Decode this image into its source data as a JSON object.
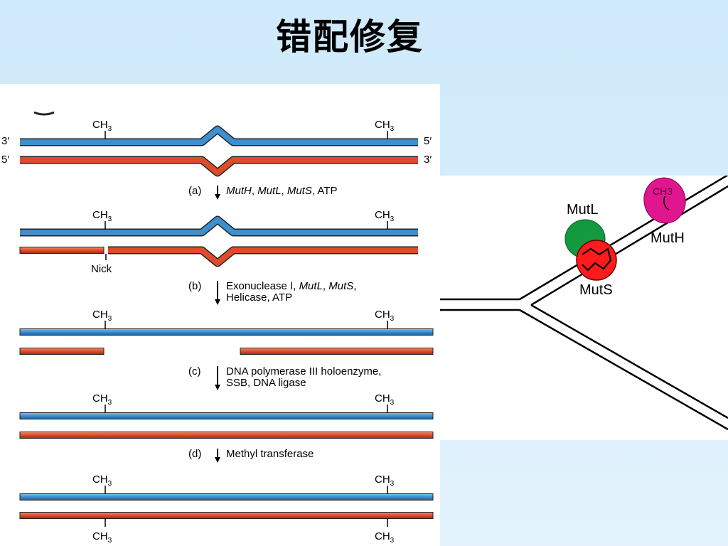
{
  "title": "错配修复",
  "left_diagram": {
    "methyl_label": "CH",
    "methyl_sub": "3",
    "end_3": "3′",
    "end_5": "5′",
    "nick_label": "Nick",
    "steps": [
      {
        "letter": "(a)",
        "lines": [
          [
            {
              "t": "MutH",
              "i": true
            },
            {
              "t": ", ",
              "i": false
            },
            {
              "t": "MutL",
              "i": true
            },
            {
              "t": ", ",
              "i": false
            },
            {
              "t": "MutS",
              "i": true
            },
            {
              "t": ", ATP",
              "i": false
            }
          ]
        ]
      },
      {
        "letter": "(b)",
        "lines": [
          [
            {
              "t": "Exonuclease I, ",
              "i": false
            },
            {
              "t": "MutL",
              "i": true
            },
            {
              "t": ", ",
              "i": false
            },
            {
              "t": "MutS",
              "i": true
            },
            {
              "t": ",",
              "i": false
            }
          ],
          [
            {
              "t": "Helicase, ATP",
              "i": false
            }
          ]
        ]
      },
      {
        "letter": "(c)",
        "lines": [
          [
            {
              "t": "DNA polymerase III holoenzyme,",
              "i": false
            }
          ],
          [
            {
              "t": "SSB, DNA ligase",
              "i": false
            }
          ]
        ]
      },
      {
        "letter": "(d)",
        "lines": [
          [
            {
              "t": "Methyl transferase",
              "i": false
            }
          ]
        ]
      }
    ],
    "colors": {
      "top_strand": "#3d8fd0",
      "bottom_strand": "#e04b2a"
    }
  },
  "right_diagram": {
    "mutl": "MutL",
    "muts": "MutS",
    "muth": "MutH",
    "ch3": "CH3",
    "colors": {
      "mutl": "#139a3e",
      "muts": "#ff1b1b",
      "muth": "#e0168f"
    }
  }
}
